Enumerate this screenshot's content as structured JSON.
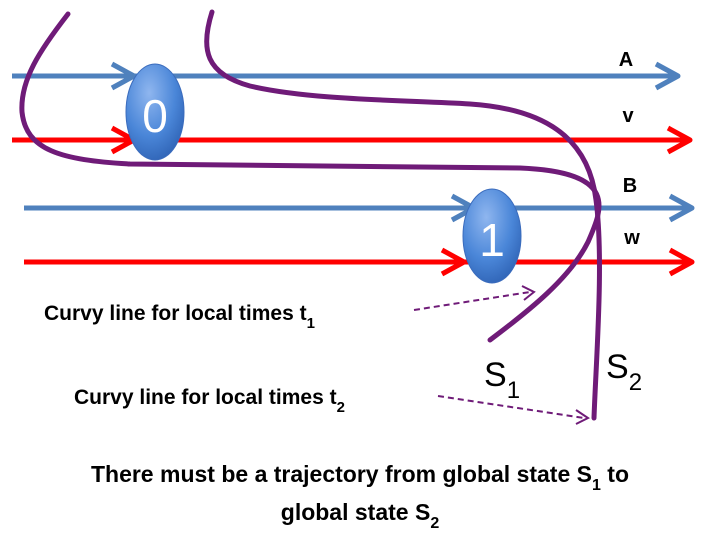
{
  "lines": [
    {
      "label": "A",
      "color": "#4f81bd"
    },
    {
      "label": "v",
      "color": "#ff0000"
    },
    {
      "label": "B",
      "color": "#4f81bd"
    },
    {
      "label": "w",
      "color": "#ff0000"
    }
  ],
  "nodes": [
    {
      "label": "0"
    },
    {
      "label": "1"
    }
  ],
  "node_color": "#4a86d8",
  "cut_color": "#6f1b78",
  "states": {
    "s1": {
      "base": "S",
      "sub": "1"
    },
    "s2": {
      "base": "S",
      "sub": "2"
    }
  },
  "notes": {
    "t1": {
      "text": "Curvy line for local times t",
      "sub": "1"
    },
    "t2": {
      "text": "Curvy line for local times t",
      "sub": "2"
    }
  },
  "caption": {
    "line1_a": "There must be a trajectory from global state S",
    "line1_sub": "1",
    "line1_b": " to",
    "line2_a": "global state S",
    "line2_sub": "2"
  }
}
